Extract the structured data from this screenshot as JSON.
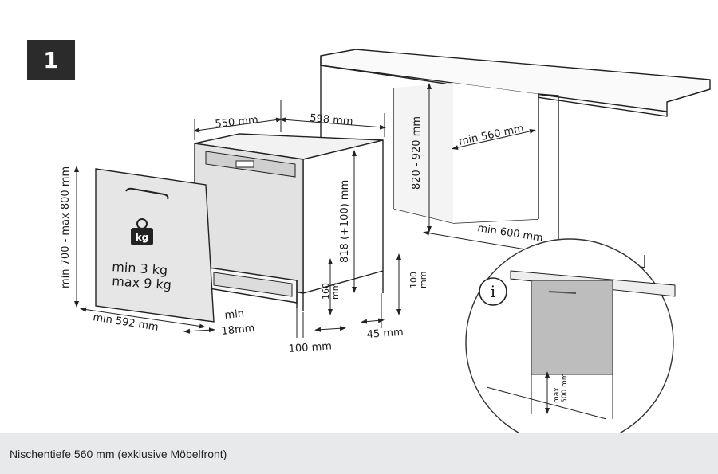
{
  "figure": {
    "step_badge": "1",
    "weight_unit": "kg",
    "weight_min": "min  3 kg",
    "weight_max": "max  9 kg",
    "dims": {
      "depth_550": "550 mm",
      "width_598": "598 mm",
      "door_height": "min 700 - max 800 mm",
      "door_width": "min 592 mm",
      "gap_min": "min",
      "gap_18": "18mm",
      "body_height": "818 (+100) mm",
      "plinth_160": "160\nmm",
      "foot_100": "100 mm",
      "foot_45": "45 mm",
      "plinth_100": "100\nmm",
      "niche_height": "820 - 920 mm",
      "niche_depth": "min 560 mm",
      "niche_width": "min 600 mm",
      "plinth_max": "max\n500 mm"
    },
    "info_icon": "i"
  },
  "caption": {
    "text": "Nischentiefe 560 mm (exklusive Möbelfront)"
  }
}
